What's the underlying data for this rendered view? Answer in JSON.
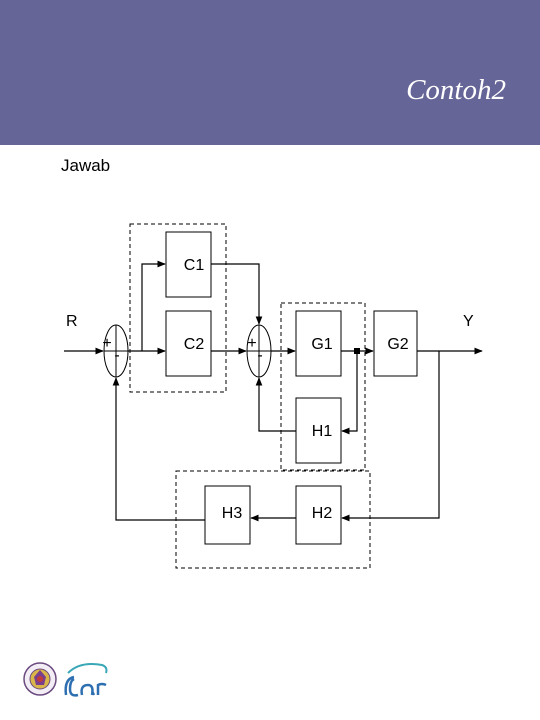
{
  "slide": {
    "title": "Contoh2",
    "subtitle": "Jawab"
  },
  "diagram": {
    "input_label": "R",
    "output_label": "Y",
    "blocks": {
      "c1": "C1",
      "c2": "C2",
      "g1": "G1",
      "g2": "G2",
      "h1": "H1",
      "h2": "H2",
      "h3": "H3"
    },
    "sum1": {
      "plus": "+",
      "minus": "-"
    },
    "sum2": {
      "plus": "+",
      "minus": "-"
    }
  },
  "colors": {
    "header": "#656597"
  }
}
